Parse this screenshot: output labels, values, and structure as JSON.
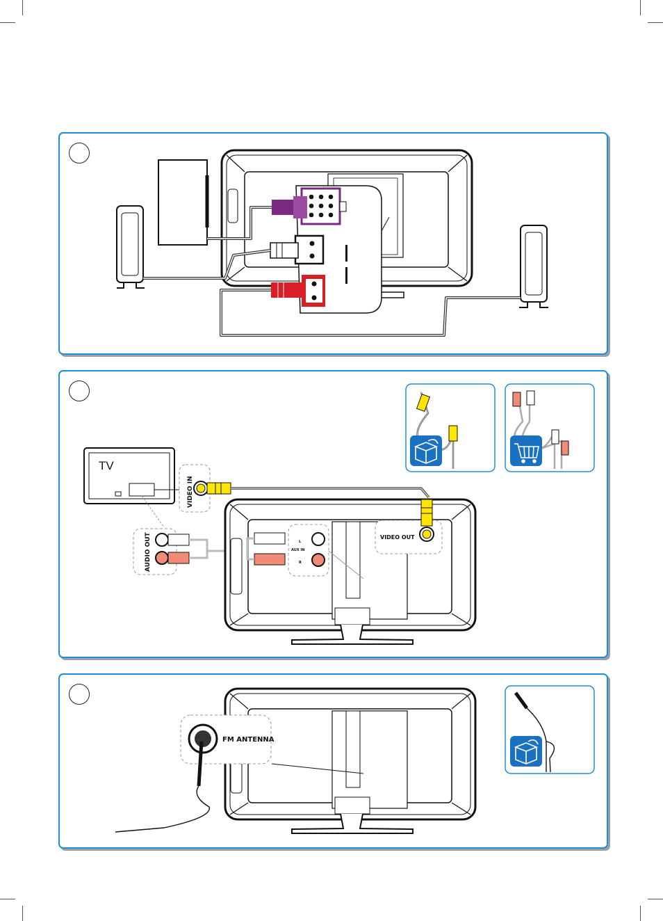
{
  "panels": [
    {
      "step": ""
    },
    {
      "step": "",
      "tv_label": "TV",
      "video_in": "VIDEO IN",
      "audio_out": "AUDIO OUT",
      "video_out": "VIDEO OUT",
      "aux_in": "AUX IN",
      "aux_l": "L",
      "aux_r": "R"
    },
    {
      "step": "",
      "fm_antenna": "FM  ANTENNA"
    }
  ],
  "colors": {
    "frame": "#1d8fd8",
    "icon_blue": "#1b71c1",
    "purple": "#7a2a82",
    "red": "#d81f26",
    "yellow": "#ffe500",
    "salmon": "#f08b78"
  },
  "icons": [
    "box-contents-icon",
    "shopping-cart-icon"
  ]
}
